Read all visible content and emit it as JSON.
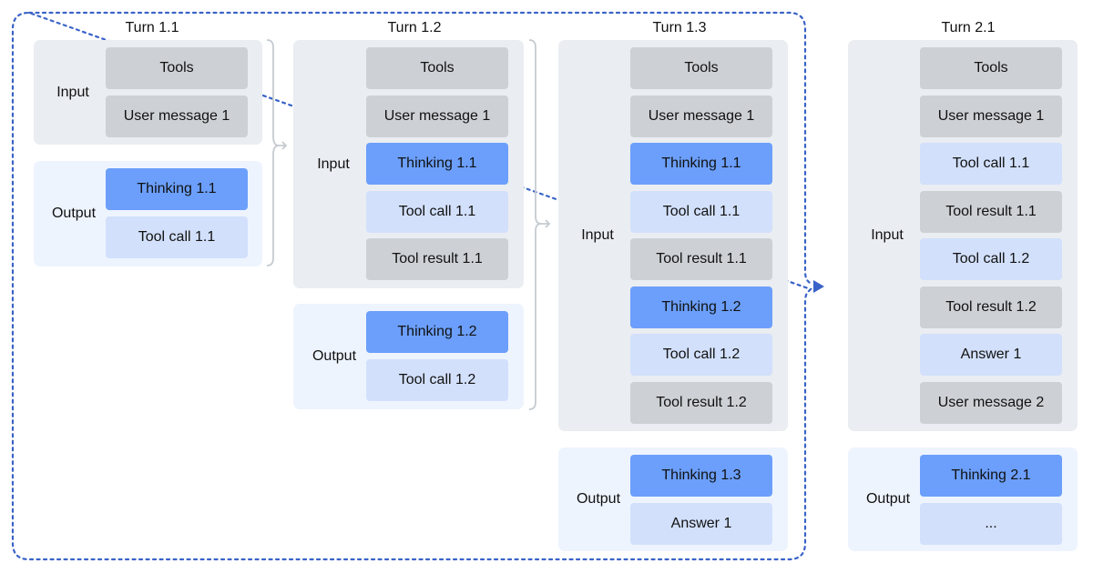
{
  "colors": {
    "input_bg": "#eaedf1",
    "output_bg": "#eef4fe",
    "gray_box": "#cdd1d5",
    "thinking_box": "#6b9ffb",
    "light_box": "#d2e0fb",
    "dotted_frame": "#3a63c8"
  },
  "turns": [
    {
      "title": "Turn 1.1",
      "input_label": "Input",
      "input_items": [
        {
          "text": "Tools",
          "kind": "gray"
        },
        {
          "text": "User message 1",
          "kind": "gray"
        }
      ],
      "output_label": "Output",
      "output_items": [
        {
          "text": "Thinking 1.1",
          "kind": "blue"
        },
        {
          "text": "Tool call 1.1",
          "kind": "light"
        }
      ]
    },
    {
      "title": "Turn 1.2",
      "input_label": "Input",
      "input_items": [
        {
          "text": "Tools",
          "kind": "gray"
        },
        {
          "text": "User message 1",
          "kind": "gray"
        },
        {
          "text": "Thinking 1.1",
          "kind": "blue"
        },
        {
          "text": "Tool call 1.1",
          "kind": "light"
        },
        {
          "text": "Tool result 1.1",
          "kind": "gray"
        }
      ],
      "output_label": "Output",
      "output_items": [
        {
          "text": "Thinking 1.2",
          "kind": "blue"
        },
        {
          "text": "Tool call 1.2",
          "kind": "light"
        }
      ]
    },
    {
      "title": "Turn 1.3",
      "input_label": "Input",
      "input_items": [
        {
          "text": "Tools",
          "kind": "gray"
        },
        {
          "text": "User message 1",
          "kind": "gray"
        },
        {
          "text": "Thinking 1.1",
          "kind": "blue"
        },
        {
          "text": "Tool call 1.1",
          "kind": "light"
        },
        {
          "text": "Tool result 1.1",
          "kind": "gray"
        },
        {
          "text": "Thinking 1.2",
          "kind": "blue"
        },
        {
          "text": "Tool call 1.2",
          "kind": "light"
        },
        {
          "text": "Tool result 1.2",
          "kind": "gray"
        }
      ],
      "output_label": "Output",
      "output_items": [
        {
          "text": "Thinking 1.3",
          "kind": "blue"
        },
        {
          "text": "Answer 1",
          "kind": "light"
        }
      ]
    },
    {
      "title": "Turn 2.1",
      "input_label": "Input",
      "input_items": [
        {
          "text": "Tools",
          "kind": "gray"
        },
        {
          "text": "User message 1",
          "kind": "gray"
        },
        {
          "text": "Tool call 1.1",
          "kind": "light"
        },
        {
          "text": "Tool result 1.1",
          "kind": "gray"
        },
        {
          "text": "Tool call 1.2",
          "kind": "light"
        },
        {
          "text": "Tool result 1.2",
          "kind": "gray"
        },
        {
          "text": "Answer 1",
          "kind": "light"
        },
        {
          "text": "User message 2",
          "kind": "gray"
        }
      ],
      "output_label": "Output",
      "output_items": [
        {
          "text": "Thinking 2.1",
          "kind": "blue"
        },
        {
          "text": "...",
          "kind": "light"
        }
      ]
    }
  ]
}
